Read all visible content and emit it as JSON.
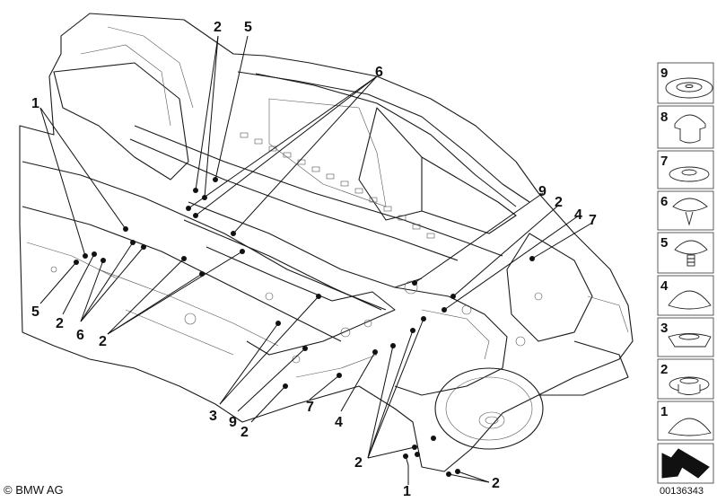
{
  "callouts": {
    "c1": "1",
    "c2": "2",
    "c3": "3",
    "c4": "4",
    "c5": "5",
    "c6": "6",
    "c7": "7",
    "c9": "9"
  },
  "legend": [
    {
      "number": "9",
      "part": "flat-grommet-icon"
    },
    {
      "number": "8",
      "part": "mushroom-plug-icon"
    },
    {
      "number": "7",
      "part": "flat-plug-icon"
    },
    {
      "number": "6",
      "part": "pin-clip-icon"
    },
    {
      "number": "5",
      "part": "screw-clip-icon"
    },
    {
      "number": "4",
      "part": "dome-cap-icon"
    },
    {
      "number": "3",
      "part": "stepped-plug-icon"
    },
    {
      "number": "2",
      "part": "flanged-plug-icon"
    },
    {
      "number": "1",
      "part": "round-cap-icon"
    }
  ],
  "footer": {
    "copyright": "© BMW AG",
    "part_number": "00136343"
  },
  "colors": {
    "line": "#1a1a1a",
    "background": "#ffffff"
  }
}
